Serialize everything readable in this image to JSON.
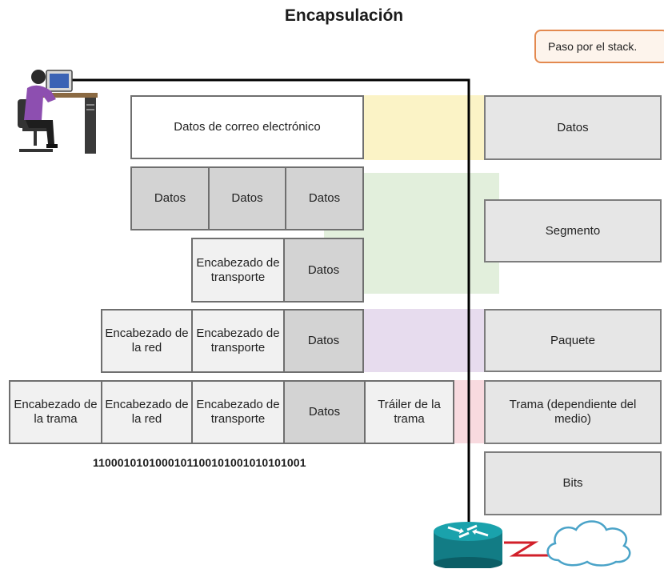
{
  "title": "Encapsulación",
  "note": "Paso por el stack.",
  "colors": {
    "data_band": "#fbf3c6",
    "segment_band": "#e2efdc",
    "packet_band": "#e7dcee",
    "frame_band": "#f8dadf",
    "box_border": "#6f6f6f",
    "note_border": "#e3894f",
    "flow_line": "#000000"
  },
  "stack": {
    "row1": {
      "email_data": "Datos de correo electrónico"
    },
    "row2": {
      "data_a": "Datos",
      "data_b": "Datos",
      "data_c": "Datos"
    },
    "row3": {
      "transport_header": "Encabezado de transporte",
      "data": "Datos"
    },
    "row4": {
      "network_header": "Encabezado de la red",
      "transport_header": "Encabezado de transporte",
      "data": "Datos"
    },
    "row5": {
      "frame_header": "Encabezado de la trama",
      "network_header": "Encabezado de la red",
      "transport_header": "Encabezado de transporte",
      "data": "Datos",
      "frame_trailer": "Tráiler de la trama"
    }
  },
  "bits_value": "1100010101000101100101001010101001",
  "pdu_labels": {
    "data": "Datos",
    "segment": "Segmento",
    "packet": "Paquete",
    "frame": "Trama (dependiente del medio)",
    "bits": "Bits"
  },
  "icons": {
    "user": "user-at-computer-icon",
    "router": "router-icon",
    "cloud": "cloud-icon"
  }
}
